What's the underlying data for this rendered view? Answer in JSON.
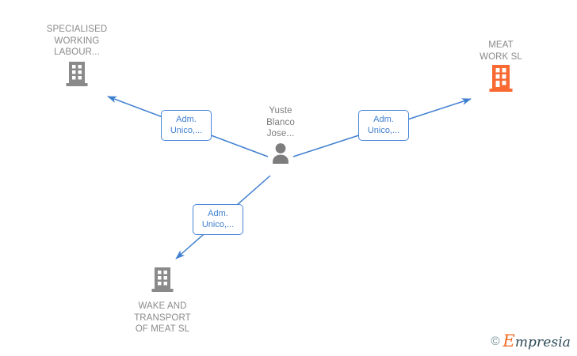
{
  "graph": {
    "title": "Yuste Blanco Jose relationship graph",
    "colors": {
      "edge": "#3f7fd0",
      "edge_label_border": "#4a86d8",
      "edge_label_text": "#3f7fd0",
      "node_grey": "#8a8a8a",
      "node_highlight": "#f96a33",
      "label_text": "#8a8a8a",
      "background": "#ffffff"
    },
    "nodes": [
      {
        "id": "specialised-working-labour",
        "label": "SPECIALISED\nWORKING\nLABOUR...",
        "icon": "building-icon",
        "color": "#8a8a8a",
        "label_position": "above"
      },
      {
        "id": "meat-work-sl",
        "label": "MEAT\nWORK  SL",
        "icon": "building-icon",
        "color": "#f96a33",
        "label_position": "above"
      },
      {
        "id": "yuste-blanco-jose",
        "label": "Yuste\nBlanco\nJose...",
        "icon": "person-icon",
        "color": "#7d7d7d",
        "label_position": "above"
      },
      {
        "id": "wake-and-transport-of-meat-sl",
        "label": "WAKE AND\nTRANSPORT\nOF MEAT  SL",
        "icon": "building-icon",
        "color": "#8a8a8a",
        "label_position": "below"
      }
    ],
    "edges": [
      {
        "id": "edge-to-specialised-working-labour",
        "from": "yuste-blanco-jose",
        "to": "specialised-working-labour",
        "label": "Adm.\nUnico,...",
        "direction": "to-target"
      },
      {
        "id": "edge-to-meat-work-sl",
        "from": "yuste-blanco-jose",
        "to": "meat-work-sl",
        "label": "Adm.\nUnico,...",
        "direction": "to-target"
      },
      {
        "id": "edge-to-wake-and-transport-of-meat-sl",
        "from": "yuste-blanco-jose",
        "to": "wake-and-transport-of-meat-sl",
        "label": "Adm.\nUnico,...",
        "direction": "to-target"
      }
    ]
  },
  "watermark": {
    "copyright": "©",
    "brand_initial": "E",
    "brand_rest": "mpresia"
  }
}
